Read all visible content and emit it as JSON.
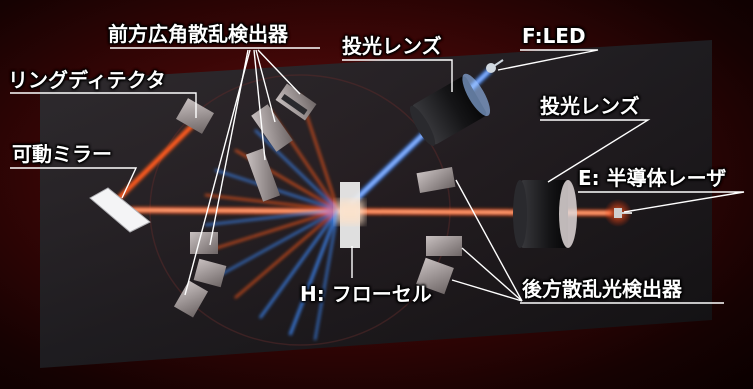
{
  "labels": {
    "front_detectors": "前方広角散乱検出器",
    "ring_detector": "リングディテクタ",
    "movable_mirror": "可動ミラー",
    "projection_lens_led": "投光レンズ",
    "led_source": "F:LED",
    "projection_lens_laser": "投光レンズ",
    "laser_source": "E: 半導体レーザ",
    "flow_cell": "H: フローセル",
    "back_detectors": "後方散乱光検出器"
  },
  "colors": {
    "laser_beam": "#ff5a1e",
    "led_beam": "#3c8cff",
    "background": "#3a0606",
    "panel": "#2a2a2e",
    "label_text": "#ffffff"
  }
}
